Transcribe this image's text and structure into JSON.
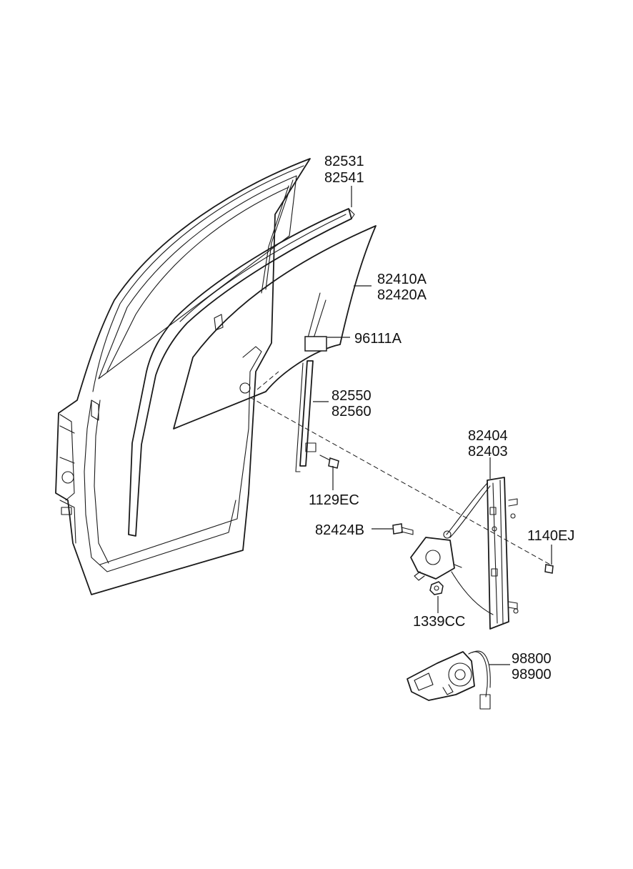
{
  "callouts": [
    {
      "id": "c1",
      "codes": [
        "82531",
        "82541"
      ]
    },
    {
      "id": "c2",
      "codes": [
        "82410A",
        "82420A"
      ]
    },
    {
      "id": "c3",
      "codes": [
        "96111A"
      ]
    },
    {
      "id": "c4",
      "codes": [
        "82550",
        "82560"
      ]
    },
    {
      "id": "c5",
      "codes": [
        "82404",
        "82403"
      ]
    },
    {
      "id": "c6",
      "codes": [
        "1129EC"
      ]
    },
    {
      "id": "c7",
      "codes": [
        "82424B"
      ]
    },
    {
      "id": "c8",
      "codes": [
        "1140EJ"
      ]
    },
    {
      "id": "c9",
      "codes": [
        "1339CC"
      ]
    },
    {
      "id": "c10",
      "codes": [
        "98800",
        "98900"
      ]
    }
  ]
}
